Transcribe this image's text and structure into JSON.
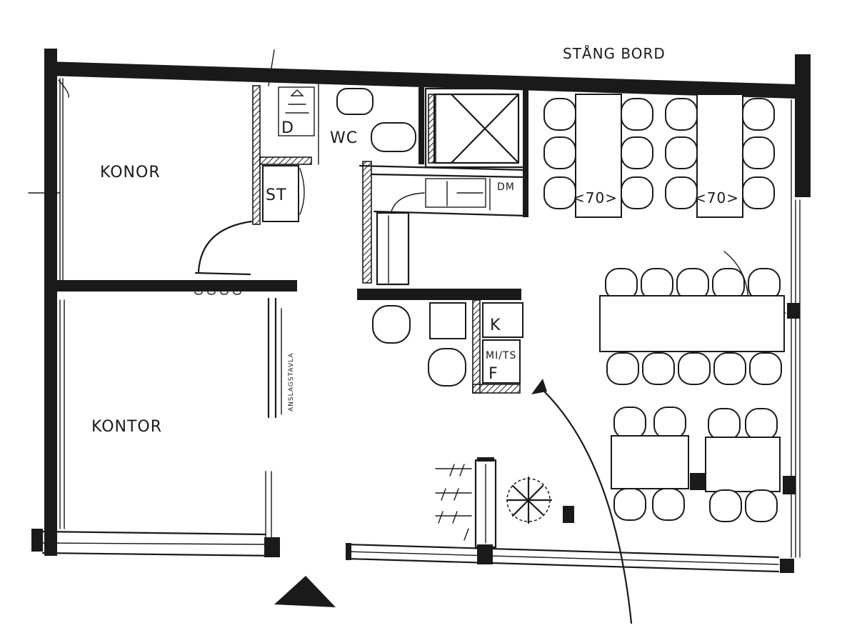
{
  "rooms": {
    "konor": "KONOR",
    "kontor": "KONTOR",
    "wc": "WC",
    "st": "ST",
    "d": "D",
    "dm": "DM",
    "k": "K",
    "mf_top": "MI/TS",
    "mf_bottom": "F",
    "notice_board": "ANSLAGSTAVLA"
  },
  "top_note": "STÅNG BORD",
  "tables": {
    "upper_left": "<70>",
    "upper_right": "<70>"
  }
}
